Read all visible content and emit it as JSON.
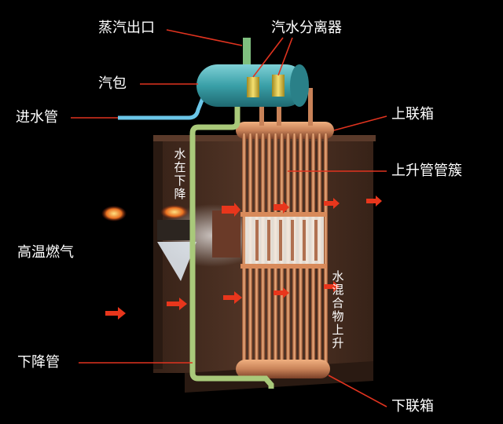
{
  "labels": {
    "steam_outlet": "蒸汽出口",
    "separator": "汽水分离器",
    "drum": "汽包",
    "feed_pipe": "进水管",
    "upper_header": "上联箱",
    "riser_bundle": "上升管管簇",
    "hot_gas": "高温燃气",
    "downcomer": "下降管",
    "lower_header": "下联箱",
    "water_down": "水在下降",
    "mixture_up": "水混合物上升"
  },
  "colors": {
    "background": "#000000",
    "furnace_wall": "#4a2e22",
    "drum": "#3aa0a8",
    "steam_pipe": "#7fbf7f",
    "feed_pipe": "#6bc6e8",
    "downcomer": "#a9c97a",
    "riser_tube": "#d38b5d",
    "header": "#c88258",
    "separator": "#e0c238",
    "flow_arrow": "#e8361c",
    "label_text": "#ffffff",
    "leader_line": "#e0331f"
  },
  "icons": {
    "flow_arrow": "arrow-right-icon",
    "flame": "flame-icon"
  }
}
